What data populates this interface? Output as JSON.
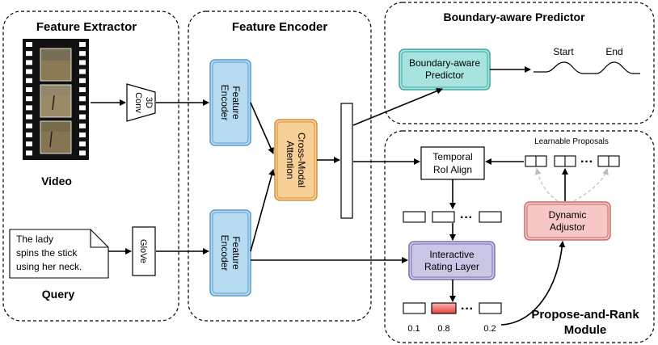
{
  "sections": {
    "extractor_title": "Feature Extractor",
    "encoder_title": "Feature Encoder",
    "predictor_title": "Boundary-aware Predictor",
    "module_title_1": "Propose-and-Rank",
    "module_title_2": "Module"
  },
  "extractor": {
    "video_label": "Video",
    "query_label": "Query",
    "conv_line1": "3D",
    "conv_line2": "Conv",
    "glove": "GloVe",
    "query_text": [
      "The lady",
      "spins the stick",
      "using her neck."
    ]
  },
  "encoder": {
    "feature_encoder_line1": "Feature",
    "feature_encoder_line2": "Encoder",
    "attention_line1": "Cross-Modal",
    "attention_line2": "Attention"
  },
  "predictor": {
    "box_line1": "Boundary-aware",
    "box_line2": "Predictor",
    "start": "Start",
    "end": "End"
  },
  "propose_rank": {
    "learnable_proposals": "Learnable Proposals",
    "roi_line1": "Temporal",
    "roi_line2": "RoI Align",
    "rating_line1": "Interactive",
    "rating_line2": "Rating Layer",
    "adjustor_line1": "Dynamic",
    "adjustor_line2": "Adjustor",
    "ellipsis": "···",
    "scores": [
      "0.1",
      "0.8",
      "0.2"
    ]
  },
  "colors": {
    "encoder_fill": "#b7dcf2",
    "encoder_stroke": "#5a9ccf",
    "attention_fill": "#f8cf97",
    "attention_stroke": "#d9903a",
    "predictor_fill": "#a7e3df",
    "predictor_stroke": "#3ea7a0",
    "rating_fill": "#c9c6e6",
    "rating_stroke": "#7a72b3",
    "adjustor_fill": "#f6c7c5",
    "adjustor_stroke": "#cf6a66",
    "score_highlight": "#e8433f"
  }
}
